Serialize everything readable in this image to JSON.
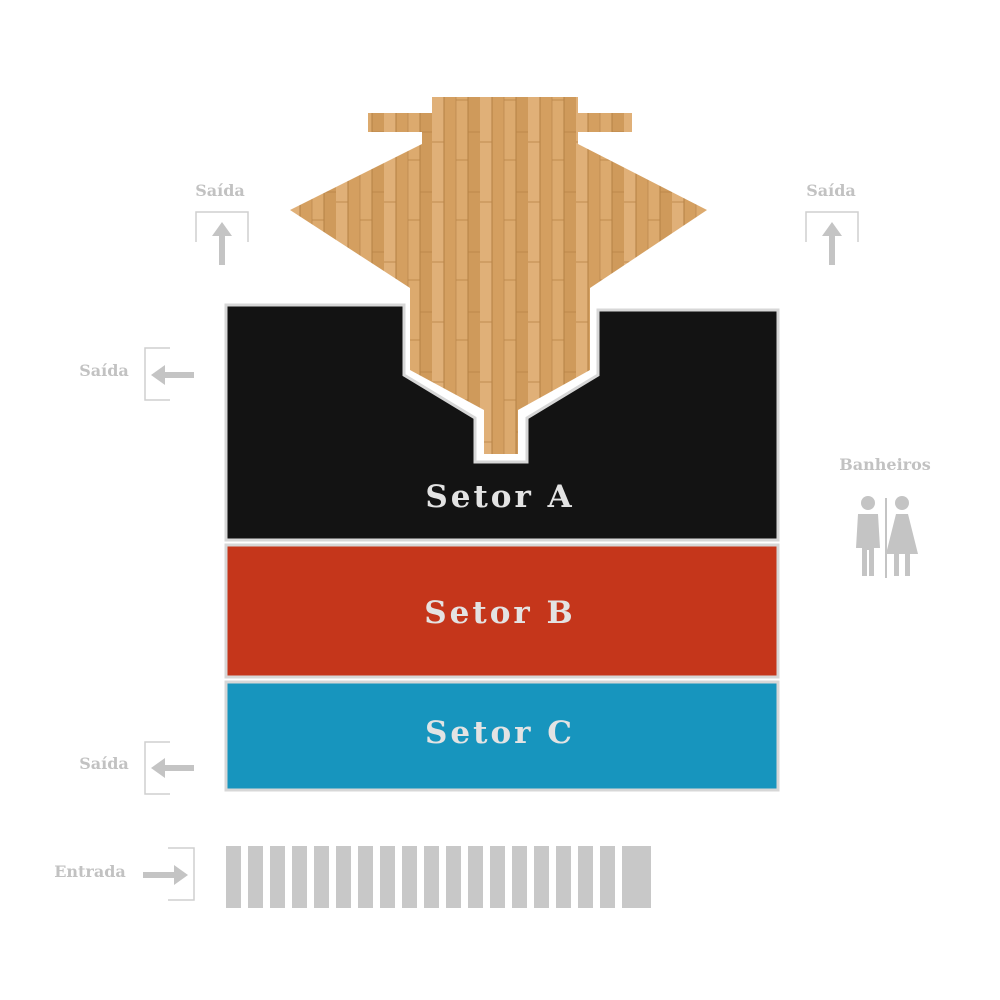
{
  "sectors": [
    {
      "id": "a",
      "label": "Setor A",
      "color": "#131313"
    },
    {
      "id": "b",
      "label": "Setor B",
      "color": "#c5361b"
    },
    {
      "id": "c",
      "label": "Setor C",
      "color": "#1795be"
    }
  ],
  "stage": {
    "color": "#d9a76a"
  },
  "signs": {
    "exit_label": "Saída",
    "entrance_label": "Entrada",
    "restrooms_label": "Banheiros",
    "sign_color": "#c2c2c2"
  },
  "icons": [
    "arrow-up-icon",
    "arrow-left-icon",
    "arrow-right-icon",
    "restroom-icon",
    "turnstile-icon"
  ]
}
